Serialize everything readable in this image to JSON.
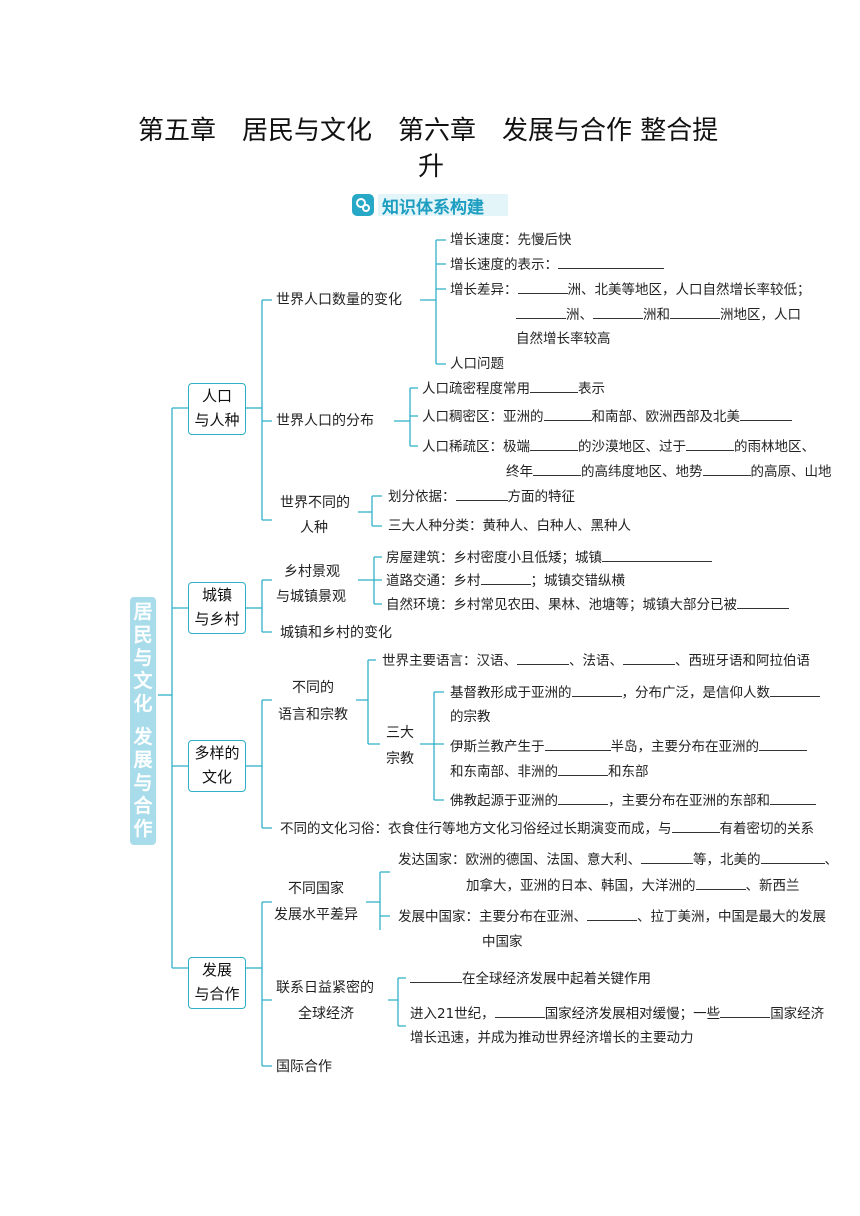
{
  "title_line1": "第五章　居民与文化　第六章　发展与合作 整合提",
  "title_line2": "升",
  "banner": "知识体系构建",
  "root_part1": "居民与文化",
  "root_part2": "发展与合作",
  "colors": {
    "accent": "#2fb0c8",
    "root_bg": "#a8dcea",
    "banner": "#1d9ec0"
  },
  "sec1": {
    "box": [
      "人口",
      "与人种"
    ],
    "sub1": {
      "label": "世界人口数量的变化",
      "items": [
        "增长速度：先慢后快",
        "增长速度的表示：",
        "增长差异：",
        "洲、北美等地区，人口自然增长率较低；",
        "洲、",
        "洲和",
        "洲地区，人口",
        "自然增长率较高",
        "人口问题"
      ]
    },
    "sub2": {
      "label": "世界人口的分布",
      "items": [
        "人口疏密程度常用",
        "表示",
        "人口稠密区：亚洲的",
        "和南部、欧洲西部及北美",
        "人口稀疏区：极端",
        "的沙漠地区、过于",
        "的雨林地区、",
        "终年",
        "的高纬度地区、地势",
        "的高原、山地"
      ]
    },
    "sub3": {
      "label": [
        "世界不同的",
        "人种"
      ],
      "items": [
        "划分依据：",
        "方面的特征",
        "三大人种分类：黄种人、白种人、黑种人"
      ]
    }
  },
  "sec2": {
    "box": [
      "城镇",
      "与乡村"
    ],
    "sub1": {
      "label": [
        "乡村景观",
        "与城镇景观"
      ],
      "items": [
        "房屋建筑：乡村密度小且低矮；城镇",
        "道路交通：乡村",
        "；城镇交错纵横",
        "自然环境：乡村常见农田、果林、池塘等；城镇大部分已被"
      ]
    },
    "sub2": {
      "label": "城镇和乡村的变化"
    }
  },
  "sec3": {
    "box": [
      "多样的",
      "文化"
    ],
    "sub1": {
      "label": [
        "不同的",
        "语言和宗教"
      ],
      "lang": [
        "世界主要语言：汉语、",
        "、法语、",
        "、西班牙语和阿拉伯语"
      ],
      "rel_label": [
        "三大",
        "宗教"
      ],
      "rel": [
        "基督教形成于亚洲的",
        "，分布广泛，是信仰人数",
        "的宗教",
        "伊斯兰教产生于",
        "半岛，主要分布在亚洲的",
        "和东南部、非洲的",
        "和东部",
        "佛教起源于亚洲的",
        "，主要分布在亚洲的东部和"
      ]
    },
    "sub2": {
      "items": [
        "不同的文化习俗：衣食住行等地方文化习俗经过长期演变而成，与",
        "有着密切的关系"
      ]
    }
  },
  "sec4": {
    "box": [
      "发展",
      "与合作"
    ],
    "sub1": {
      "label": [
        "不同国家",
        "发展水平差异"
      ],
      "items": [
        "发达国家：欧洲的德国、法国、意大利、",
        "等，北美的",
        "、",
        "加拿大，亚洲的日本、韩国，大洋洲的",
        "、新西兰",
        "发展中国家：主要分布在亚洲、",
        "、拉丁美洲，中国是最大的发展",
        "中国家"
      ]
    },
    "sub2": {
      "label": [
        "联系日益紧密的",
        "全球经济"
      ],
      "items": [
        "在全球经济发展中起着关键作用",
        "进入21世纪，",
        "国家经济发展相对缓慢；一些",
        "国家经济",
        "增长迅速，并成为推动世界经济增长的主要动力"
      ]
    },
    "sub3": {
      "label": "国际合作"
    }
  }
}
